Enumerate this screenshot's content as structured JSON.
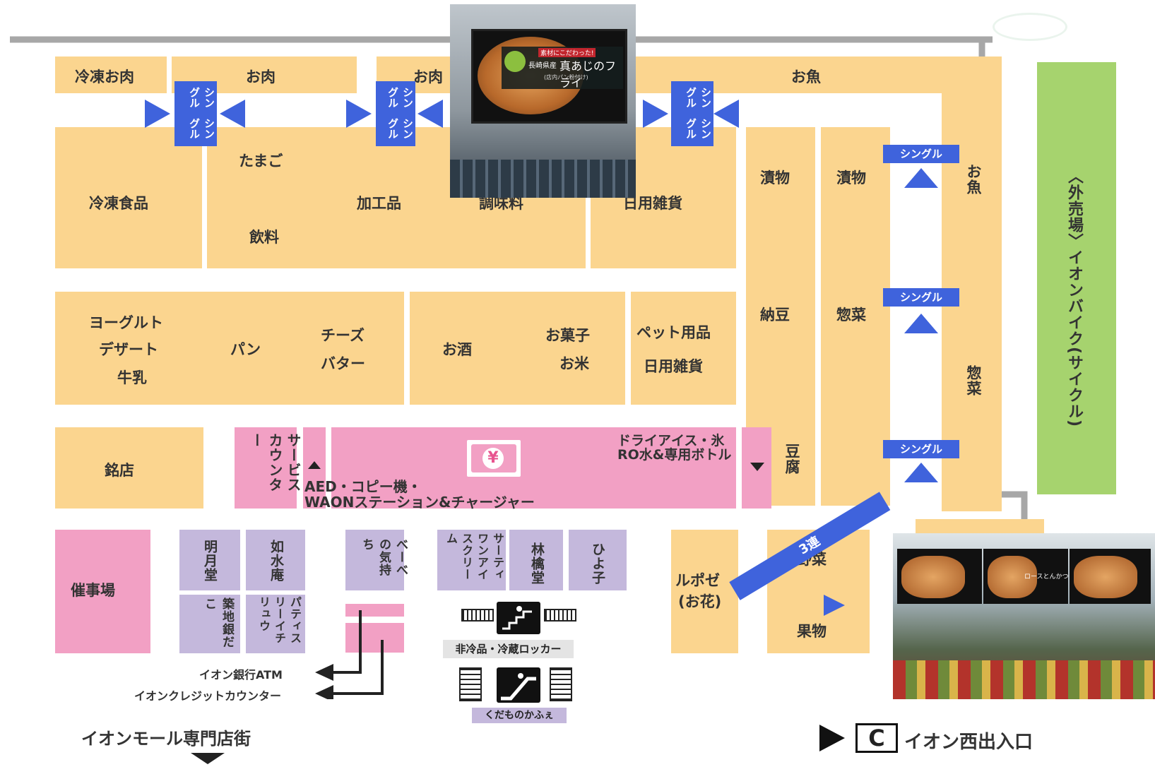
{
  "sections": {
    "frozen_meat": "冷凍お肉",
    "meat_1": "お肉",
    "meat_2": "お肉",
    "fish_top": "お魚",
    "fish_side": "お魚",
    "frozen_food": "冷凍食品",
    "egg": "たまご",
    "drinks": "飲料",
    "processed": "加工品",
    "seasoning": "調味料",
    "daily_goods_1": "日用雑貨",
    "pickles_1": "漬物",
    "pickles_2": "漬物",
    "natto": "納豆",
    "deli_1": "惣菜",
    "deli_2": "惣菜",
    "tofu": "豆腐",
    "yogurt": "ヨーグルト",
    "dessert": "デザート",
    "milk": "牛乳",
    "bread": "パン",
    "cheese": "チーズ",
    "butter": "バター",
    "alcohol": "お酒",
    "snacks": "お菓子",
    "rice": "お米",
    "pet": "ペット用品",
    "daily_goods_2": "日用雑貨",
    "meiten": "銘店",
    "service_counter": "サービスカウンター",
    "aed": "AED・コピー機・",
    "waon": "WAONステーション&チャージャー",
    "ice_1": "ドライアイス・氷",
    "ice_2": "RO水&専用ボトル",
    "event_hall": "催事場",
    "meigetsudo": "明月堂",
    "josuian": "如水庵",
    "tsukiji": "築地銀だこ",
    "patisserie": "パティスリーイチリュウ",
    "bebe": "べーべの気持ち",
    "thirtyone": "サーティワンアイスクリーム",
    "rinkando": "林檎堂",
    "hiyoko": "ひよ子",
    "lupoze": "ルポゼ",
    "flowers": "(お花)",
    "vegetables": "野菜",
    "fruits": "果物",
    "outside": "〈外売場〉イオンバイク(サイクル)"
  },
  "tags": {
    "single": "シングル",
    "single_v1": "シングル",
    "single_v2": "シングル",
    "triple": "3連"
  },
  "legend": {
    "atm": "イオン銀行ATM",
    "credit": "イオンクレジットカウンター",
    "mall": "イオンモール専門店街",
    "locker": "非冷品・冷蔵ロッカー",
    "kudamono": "くだものかふぇ",
    "west_entrance": "イオン西出入口",
    "entrance_letter": "C",
    "yen": "¥"
  },
  "photo_top": {
    "banner_small": "素材にこだわった!",
    "region": "長崎県産",
    "title": "真あじのフライ",
    "sub": "(店内パン粉付け)"
  },
  "photo_bottom": {
    "product": "ロースとんかつ"
  },
  "colors": {
    "zone": "#fbd58f",
    "service": "#f2a0c4",
    "tenant": "#c4b8dc",
    "outdoor": "#a6d36e",
    "signage": "#3f63dc"
  }
}
